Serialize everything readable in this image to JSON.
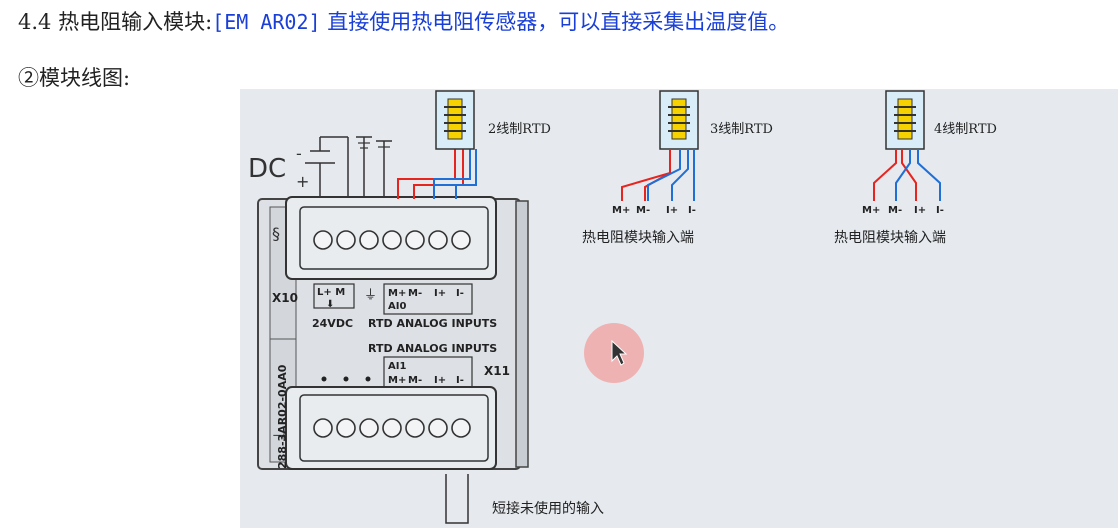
{
  "heading": {
    "number": "4.4",
    "text": "热电阻输入模块:",
    "model": "[EM AR02]",
    "description": "直接使用热电阻传感器，可以直接采集出温度值。"
  },
  "subheading": "②模块线图:",
  "diagram": {
    "dc_label": "DC",
    "dc_minus": "-",
    "dc_plus": "+",
    "sensor_labels": [
      "2线制RTD",
      "3线制RTD",
      "4线制RTD"
    ],
    "input_caption": "热电阻模块输入端",
    "terminal_labels": [
      "M+",
      "M-",
      "I+",
      "I-"
    ],
    "x10": "X10",
    "x11": "X11",
    "supply_terminals": "L+  M",
    "supply_voltage": "24VDC",
    "ai0": "AI0",
    "ai1": "AI1",
    "rtd_label_top": "RTD ANALOG INPUTS",
    "rtd_label_bottom": "RTD ANALOG INPUTS",
    "part_number": "288-3AR02-0AA0",
    "short_caption": "短接未使用的输入",
    "colors": {
      "positive": "#e8241f",
      "negative": "#1f6fd6"
    }
  }
}
